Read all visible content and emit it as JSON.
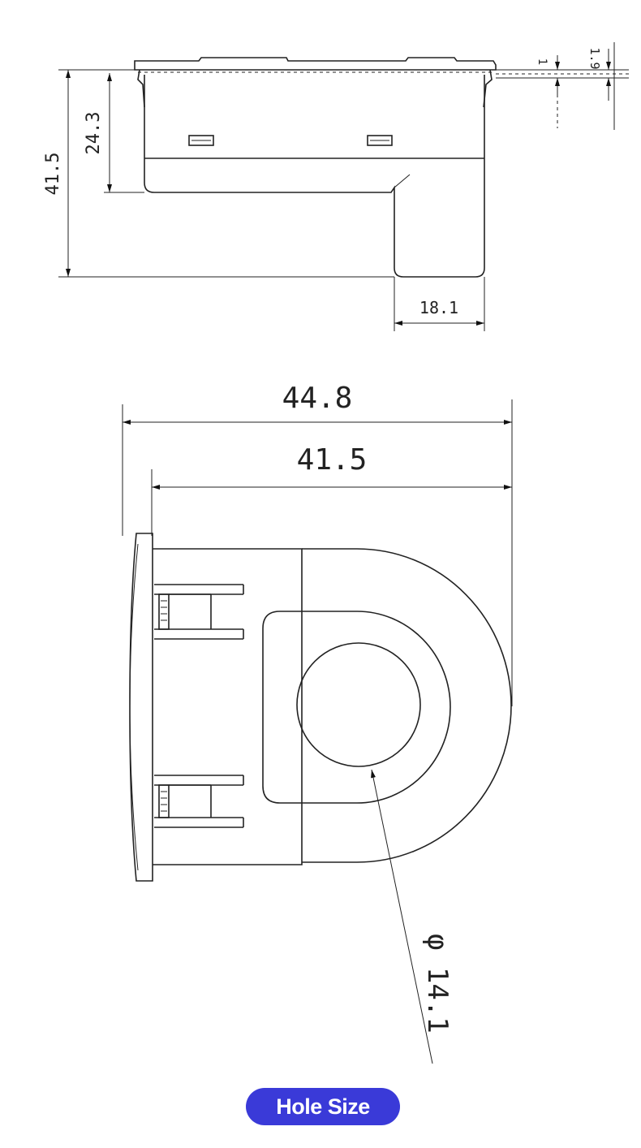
{
  "side_view": {
    "dim_total_height": "41.5",
    "dim_body_height": "24.3",
    "dim_tab_width": "18.1",
    "dim_flange_1": "1",
    "dim_flange_2": "1.9"
  },
  "front_view": {
    "dim_overall_width": "44.8",
    "dim_body_width": "41.5",
    "dim_hole_diameter": "φ 14.1"
  },
  "badge": {
    "label": "Hole Size",
    "color": "#3a3ad8"
  }
}
